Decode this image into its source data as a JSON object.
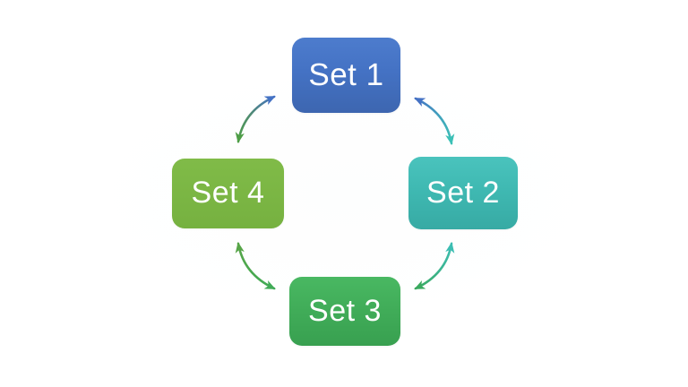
{
  "diagram": {
    "type": "cycle-diagram",
    "background_color": "#ffffff",
    "nodes": [
      {
        "id": "set1",
        "label": "Set 1",
        "position": "top",
        "color": "#4472c4",
        "color_name": "blue"
      },
      {
        "id": "set2",
        "label": "Set 2",
        "position": "right",
        "color": "#3fb9b2",
        "color_name": "teal"
      },
      {
        "id": "set3",
        "label": "Set 3",
        "position": "bottom",
        "color": "#41ad59",
        "color_name": "green"
      },
      {
        "id": "set4",
        "label": "Set 4",
        "position": "left",
        "color": "#76b140",
        "color_name": "yellow-green"
      }
    ],
    "connectors": [
      {
        "id": "set4-set1",
        "from": "set4",
        "to": "set1",
        "style": "curved-double-headed-arrow",
        "start_color": "#5aa84f",
        "end_color": "#4472c4"
      },
      {
        "id": "set1-set2",
        "from": "set1",
        "to": "set2",
        "style": "curved-double-headed-arrow",
        "start_color": "#4472c4",
        "end_color": "#3fb9b2"
      },
      {
        "id": "set2-set3",
        "from": "set2",
        "to": "set3",
        "style": "curved-double-headed-arrow",
        "start_color": "#3fb9b2",
        "end_color": "#41ad59"
      },
      {
        "id": "set3-set4",
        "from": "set3",
        "to": "set4",
        "style": "curved-double-headed-arrow",
        "start_color": "#41ad59",
        "end_color": "#5aa84f"
      }
    ]
  }
}
